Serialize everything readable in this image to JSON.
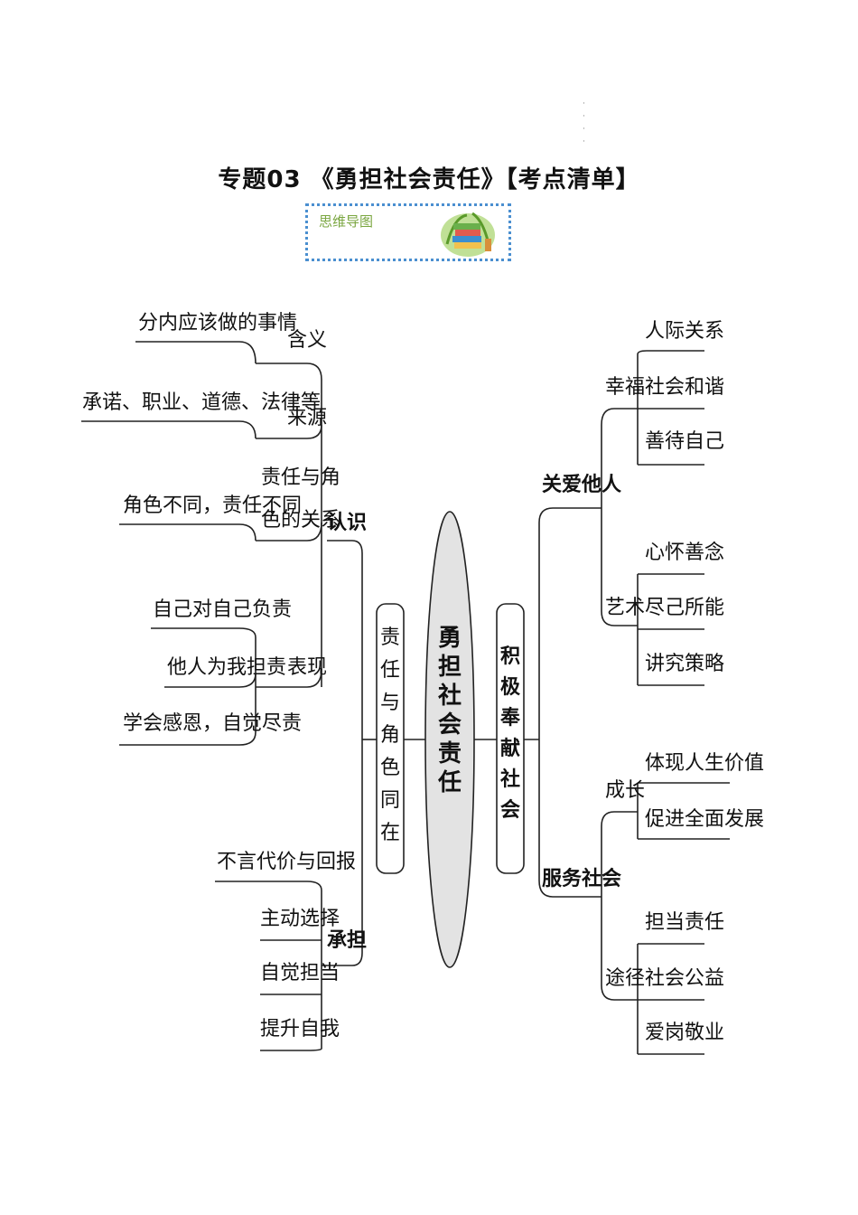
{
  "title": "专题03 《勇担社会责任》【考点清单】",
  "mindmap_badge": {
    "label": "思维导图",
    "icon": "books-plant-icon"
  },
  "center": "勇担社会责任",
  "left_branch": {
    "label": "责任与角色同在",
    "renshi": {
      "label": "认识",
      "hanyi": {
        "label": "含义",
        "leaf": "分内应该做的事情"
      },
      "laiyuan": {
        "label": "来源",
        "leaf": "承诺、职业、道德、法律等"
      },
      "guanxi": {
        "label": "责任与角色的关系",
        "line1": "责任与角",
        "line2": "色的关系",
        "leaf": "角色不同，责任不同"
      },
      "biaoxian": {
        "label": "表现",
        "leaves": [
          "自己对自己负责",
          "他人为我担责",
          "学会感恩，自觉尽责"
        ]
      }
    },
    "chengdan": {
      "label": "承担",
      "leaves": [
        "不言代价与回报",
        "主动选择",
        "自觉担当",
        "提升自我"
      ]
    }
  },
  "right_branch": {
    "label": "积极奉献社会",
    "guanai": {
      "label": "关爱他人",
      "xingfu": {
        "label": "幸福",
        "leaves": [
          "人际关系",
          "社会和谐",
          "善待自己"
        ]
      },
      "yishu": {
        "label": "艺术",
        "leaves": [
          "心怀善念",
          "尽己所能",
          "讲究策略"
        ]
      }
    },
    "fuwu": {
      "label": "服务社会",
      "chengzhang": {
        "label": "成长",
        "leaves": [
          "体现人生价值",
          "促进全面发展"
        ]
      },
      "tujing": {
        "label": "途径",
        "leaves": [
          "担当责任",
          "社会公益",
          "爱岗敬业"
        ]
      }
    }
  }
}
